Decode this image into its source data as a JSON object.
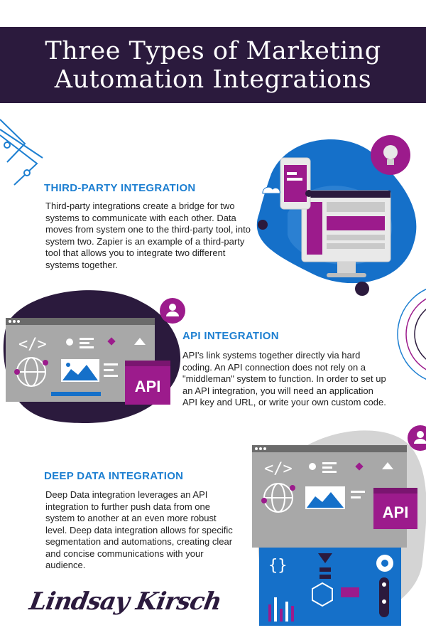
{
  "header": {
    "title_line1": "Three Types of Marketing",
    "title_line2": "Automation Integrations",
    "background": "#2b1a3d"
  },
  "sections": [
    {
      "heading": "THIRD-PARTY INTEGRATION",
      "body": "Third-party integrations create a bridge for two systems to communicate with each other. Data moves from system one to the third-party tool, into system two. Zapier is an example of a third-party tool that allows you to integrate two different systems together."
    },
    {
      "heading": "API INTEGRATION",
      "body": "API's link systems together directly via hard coding. An API connection does not rely on a \"middleman\" system to function. In order to set up an API integration, you will need an application API key and URL, or write your own custom code."
    },
    {
      "heading": "DEEP DATA INTEGRATION",
      "body": "Deep Data integration leverages an API integration to further push data from one system to another at an even more robust level. Deep data integration allows for specific segmentation and automations, creating clear and concise communications with your audience."
    }
  ],
  "illustrations": {
    "api_badge": "API",
    "code_glyph": "</>"
  },
  "signature": "Lindsay Kirsch",
  "colors": {
    "heading_blue": "#1d7fd1",
    "dark_purple": "#2b1a3d",
    "magenta": "#9c1b8c",
    "grey_panel": "#9a9a9a"
  }
}
